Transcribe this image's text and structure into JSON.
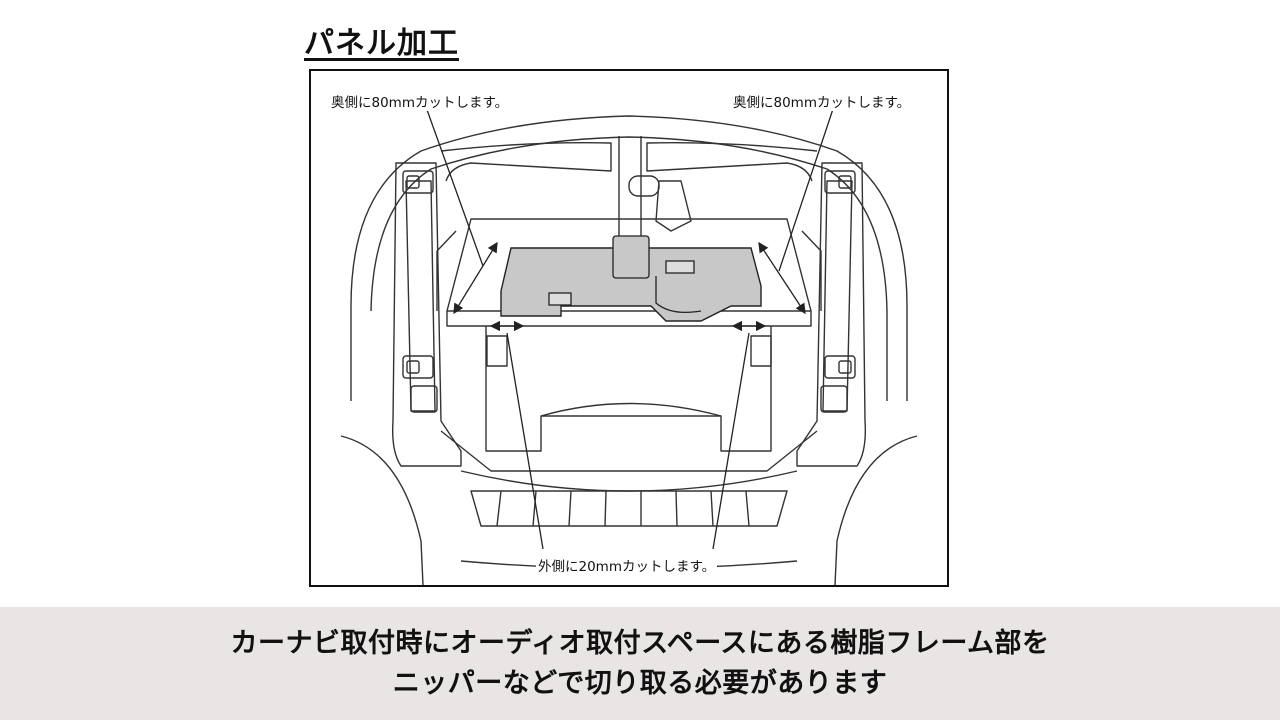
{
  "title": "パネル加工",
  "diagram": {
    "label_left_rear": "奥側に80mmカットします。",
    "label_right_rear": "奥側に80mmカットします。",
    "label_outer": "外側に20mmカットします。"
  },
  "caption": {
    "line1": "カーナビ取付時にオーディオ取付スペースにある樹脂フレーム部を",
    "line2": "ニッパーなどで切り取る必要があります"
  },
  "colors": {
    "background": "#ffffff",
    "caption_band": "#e9e5e5",
    "cut_area": "#c8c8c8",
    "line": "#222222"
  }
}
